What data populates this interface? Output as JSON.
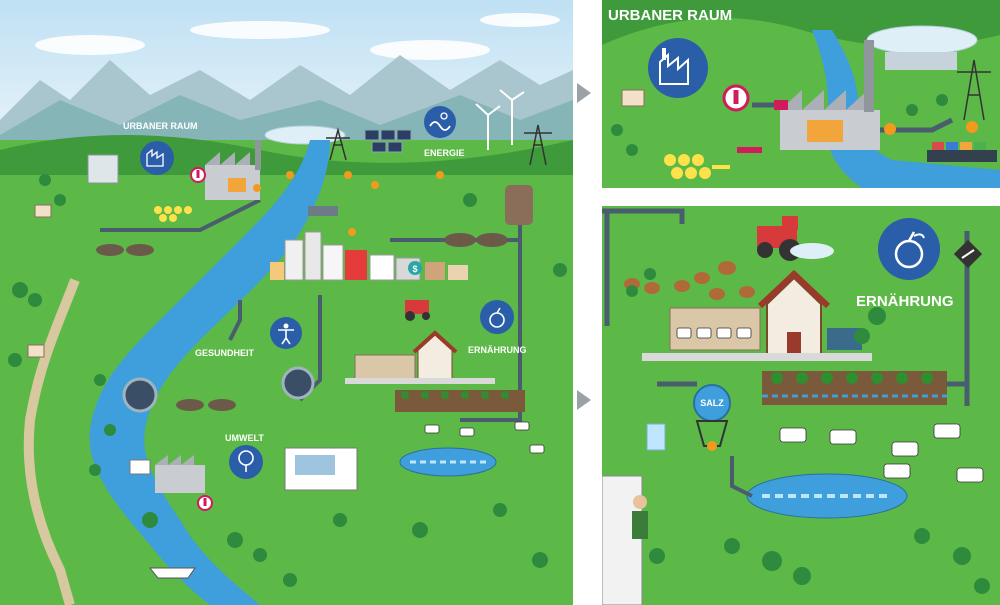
{
  "main_map": {
    "labels": {
      "urbaner_raum": "URBANER RAUM",
      "energie": "ENERGIE",
      "gesundheit": "GESUNDHEIT",
      "ernaehrung": "ERNÄHRUNG",
      "umwelt": "UMWELT"
    },
    "shop_sign": "$"
  },
  "urban_zoom": {
    "title": "URBANER RAUM"
  },
  "food_zoom": {
    "title": "ERNÄHRUNG",
    "salt_label": "SALZ"
  },
  "colors": {
    "sky": "#cfe7f5",
    "mountain": "#a9c6cf",
    "grass": "#5cb847",
    "grass_dark": "#3e9a3a",
    "river": "#3f9fdc",
    "icon_circle": "#2b5ea8",
    "alert_red": "#d11b5a",
    "spark_orange": "#f39a1e",
    "pipe": "#4a5d6e"
  },
  "icons": [
    "factory-icon",
    "wave-icon",
    "health-person-icon",
    "apple-icon",
    "tree-icon",
    "thermometer-icon",
    "lightning-icon"
  ]
}
